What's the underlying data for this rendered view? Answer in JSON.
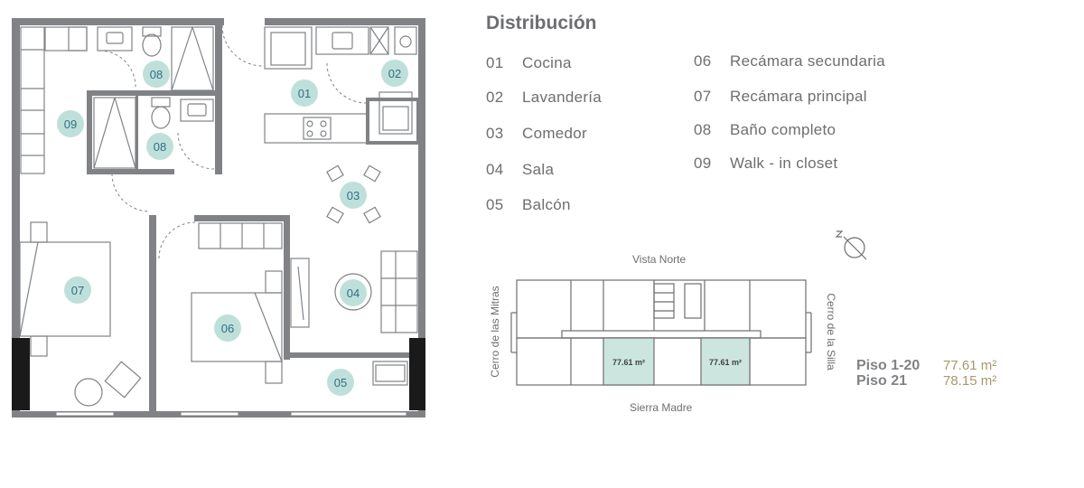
{
  "title": "Distribución",
  "legend": [
    {
      "num": "01",
      "label": "Cocina"
    },
    {
      "num": "02",
      "label": "Lavandería"
    },
    {
      "num": "03",
      "label": "Comedor"
    },
    {
      "num": "04",
      "label": "Sala"
    },
    {
      "num": "05",
      "label": "Balcón"
    },
    {
      "num": "06",
      "label": "Recámara secundaria"
    },
    {
      "num": "07",
      "label": "Recámara principal"
    },
    {
      "num": "08",
      "label": "Baño completo"
    },
    {
      "num": "09",
      "label": "Walk - in closet"
    }
  ],
  "room_markers": [
    "01",
    "02",
    "03",
    "04",
    "05",
    "06",
    "07",
    "08",
    "08",
    "09"
  ],
  "site_plan": {
    "north_label": "Vista Norte",
    "south_label": "Sierra Madre",
    "west_label": "Cerro de las Mitras",
    "east_label": "Cerro de la Silla",
    "unit_areas": [
      "77.61 m²",
      "77.61 m²"
    ]
  },
  "floors": [
    {
      "label": "Piso 1-20",
      "area": "77.61 m²"
    },
    {
      "label": "Piso 21",
      "area": "78.15 m²"
    }
  ],
  "colors": {
    "wall": "#808285",
    "marker_fill": "#bfe0da",
    "marker_text": "#2f6f86",
    "unit_fill": "#cce6df",
    "text": "#6d6e71",
    "area_text": "#a7986c"
  }
}
